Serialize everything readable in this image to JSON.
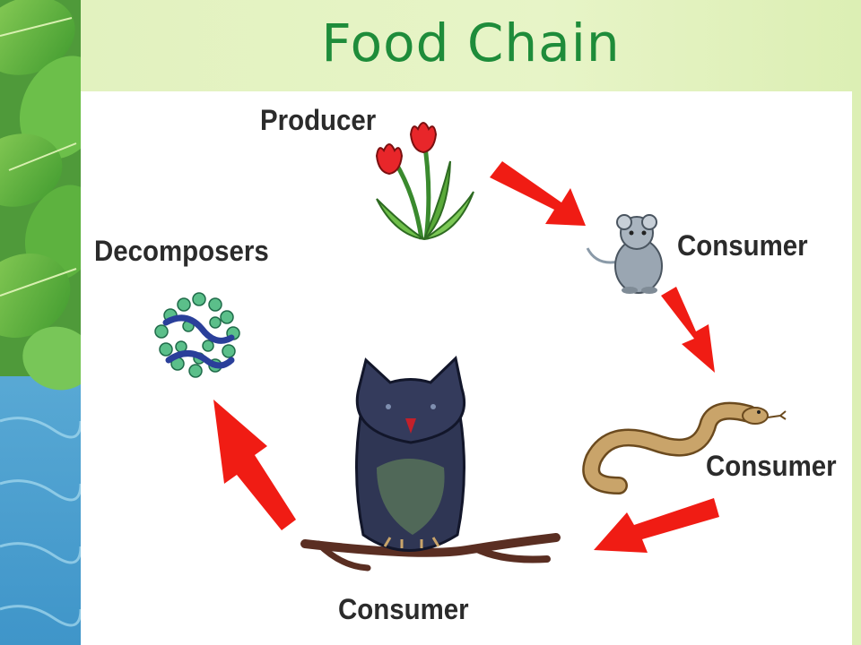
{
  "slide": {
    "title": "Food Chain"
  },
  "diagram": {
    "labels": {
      "producer": "Producer",
      "consumer_mouse": "Consumer",
      "consumer_snake": "Consumer",
      "consumer_owl": "Consumer",
      "decomposers": "Decomposers"
    },
    "icons": {
      "producer": "tulip-plant-icon",
      "consumer_mouse": "mouse-icon",
      "consumer_snake": "snake-icon",
      "consumer_owl": "owl-on-branch-icon",
      "decomposers": "bacteria-cluster-icon"
    },
    "arrow_color": "#f01c14"
  }
}
